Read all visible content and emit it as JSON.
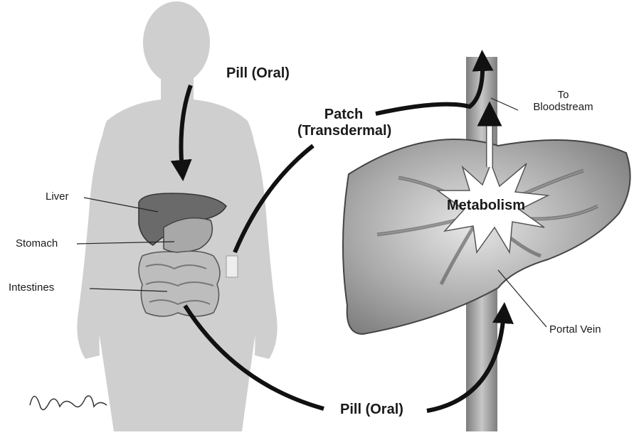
{
  "labels": {
    "pill_oral_top": "Pill (Oral)",
    "patch_line1": "Patch",
    "patch_line2": "(Transdermal)",
    "to_bloodstream_line1": "To",
    "to_bloodstream_line2": "Bloodstream",
    "liver": "Liver",
    "stomach": "Stomach",
    "intestines": "Intestines",
    "metabolism": "Metabolism",
    "portal_vein": "Portal Vein",
    "pill_oral_bottom": "Pill (Oral)"
  },
  "signature": "Lisa Clark",
  "colors": {
    "silhouette": "#cfcfcf",
    "liver_fill": "#8a8a8a",
    "arrow": "#111111",
    "background": "#ffffff"
  }
}
